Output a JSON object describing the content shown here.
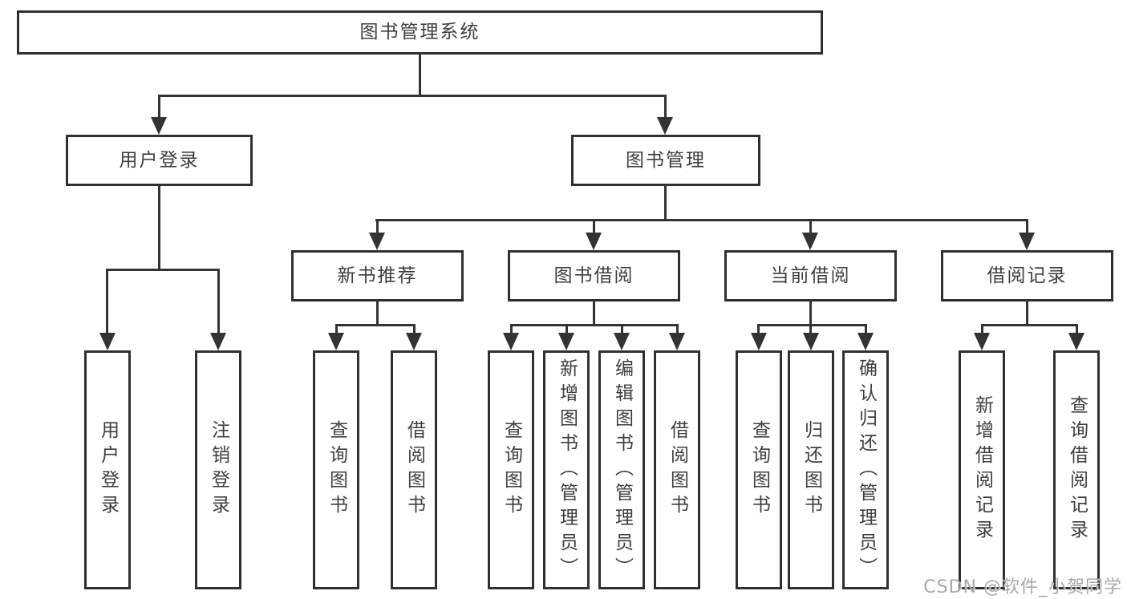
{
  "diagram": {
    "type": "tree",
    "tree": {
      "root": {
        "label": "图书管理系统",
        "children": [
          {
            "label": "用户登录",
            "children": [
              {
                "label": "用户登录"
              },
              {
                "label": "注销登录"
              }
            ]
          },
          {
            "label": "图书管理",
            "children": [
              {
                "label": "新书推荐",
                "children": [
                  {
                    "label": "查询图书"
                  },
                  {
                    "label": "借阅图书"
                  }
                ]
              },
              {
                "label": "图书借阅",
                "children": [
                  {
                    "label": "查询图书"
                  },
                  {
                    "label": "新增图书（管理员）"
                  },
                  {
                    "label": "编辑图书（管理员）"
                  },
                  {
                    "label": "借阅图书"
                  }
                ]
              },
              {
                "label": "当前借阅",
                "children": [
                  {
                    "label": "查询图书"
                  },
                  {
                    "label": "归还图书"
                  },
                  {
                    "label": "确认归还（管理员）"
                  }
                ]
              },
              {
                "label": "借阅记录",
                "children": [
                  {
                    "label": "新增借阅记录"
                  },
                  {
                    "label": "查询借阅记录"
                  }
                ]
              }
            ]
          }
        ]
      }
    },
    "colors": {
      "line": "#333333",
      "box_border": "#303030",
      "text": "#3e3e3e",
      "background": "#ffffff",
      "watermark": "#a8a8a8"
    }
  },
  "watermark": {
    "text": "CSDN @软件_小贺同学"
  }
}
